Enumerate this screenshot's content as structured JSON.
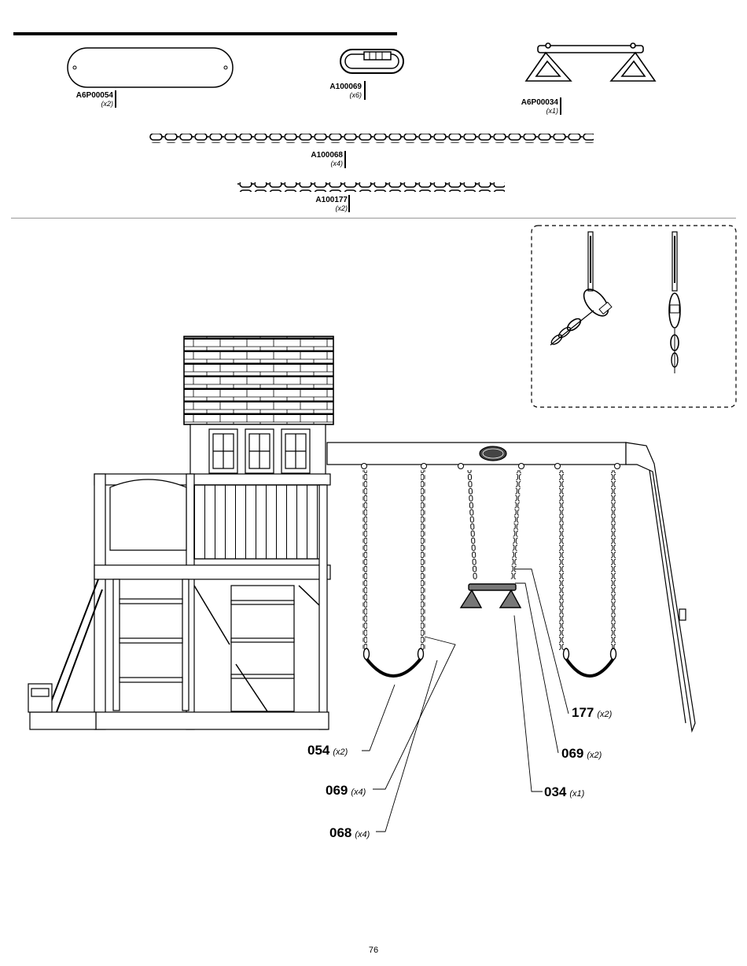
{
  "parts": [
    {
      "code": "A6P00054",
      "qty": "(x2)"
    },
    {
      "code": "A100069",
      "qty": "(x6)"
    },
    {
      "code": "A6P00034",
      "qty": "(x1)"
    },
    {
      "code": "A100068",
      "qty": "(x4)"
    },
    {
      "code": "A100177",
      "qty": "(x2)"
    }
  ],
  "callouts": [
    {
      "num": "177",
      "qty": "(x2)"
    },
    {
      "num": "069",
      "qty": "(x2)"
    },
    {
      "num": "034",
      "qty": "(x1)"
    },
    {
      "num": "054",
      "qty": "(x2)"
    },
    {
      "num": "069",
      "qty": "(x4)"
    },
    {
      "num": "068",
      "qty": "(x4)"
    }
  ],
  "page_number": "76"
}
